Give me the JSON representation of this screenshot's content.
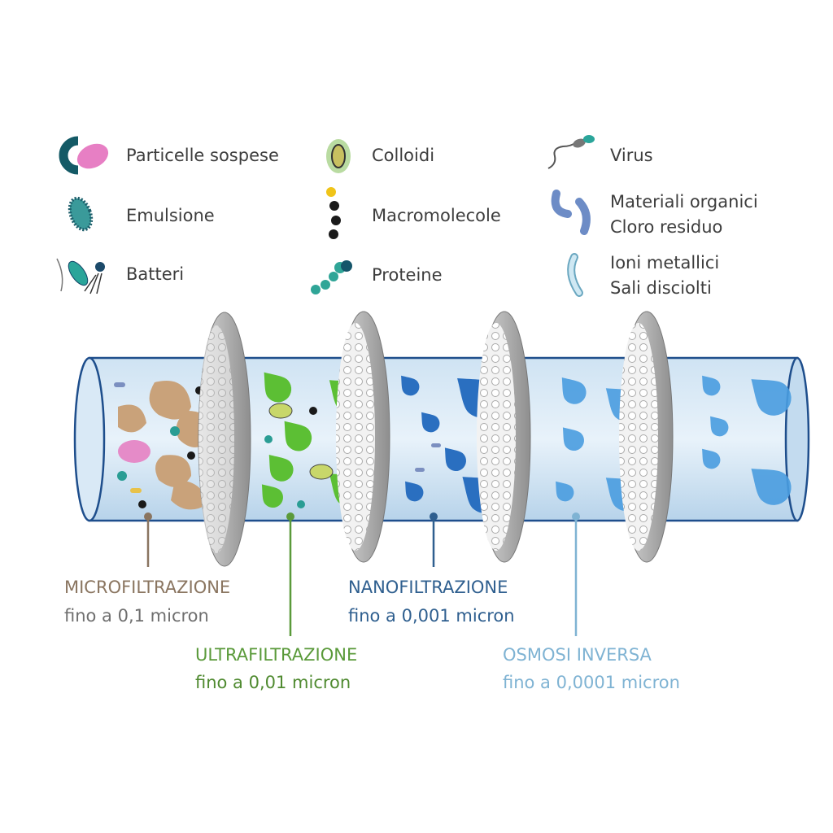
{
  "legend": {
    "particelle": "Particelle sospese",
    "emulsione": "Emulsione",
    "batteri": "Batteri",
    "colloidi": "Colloidi",
    "macromolecole": "Macromolecole",
    "proteine": "Proteine",
    "virus": "Virus",
    "organici_1": "Materiali organici",
    "organici_2": "Cloro residuo",
    "ioni_1": "Ioni metallici",
    "ioni_2": "Sali disciolti"
  },
  "stages": [
    {
      "name": "MICROFILTRAZIONE",
      "detail": "fino a 0,1 micron",
      "color": "#8a7560"
    },
    {
      "name": "ULTRAFILTRAZIONE",
      "detail": "fino a 0,01 micron",
      "color": "#5a9a3a"
    },
    {
      "name": "NANOFILTRAZIONE",
      "detail": "fino a 0,001 micron",
      "color": "#2f5f8f"
    },
    {
      "name": "OSMOSI INVERSA",
      "detail": "fino a 0,0001 micron",
      "color": "#7fb3d3"
    }
  ]
}
